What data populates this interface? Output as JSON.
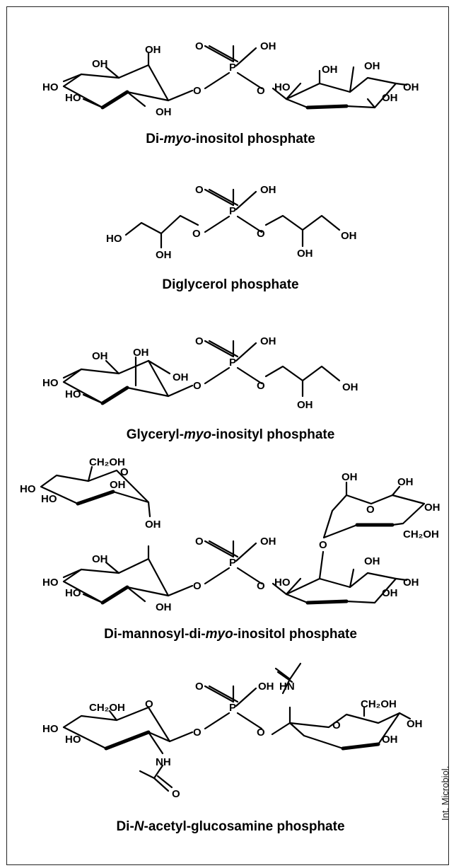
{
  "figure": {
    "credit": "Int. Microbiol.",
    "atoms": {
      "OH": "OH",
      "HO": "HO",
      "O": "O",
      "P": "P",
      "HN": "HN",
      "NH": "NH",
      "CH2OH": "CH₂OH",
      "CH2OH_right": "CH₂OH"
    },
    "structures": [
      {
        "name": "Di-myo-inositol phosphate",
        "caption_prefix": "Di-",
        "caption_italic": "myo",
        "caption_suffix": "-inositol phosphate"
      },
      {
        "name": "Diglycerol phosphate",
        "caption_prefix": "Diglycerol phosphate",
        "caption_italic": "",
        "caption_suffix": ""
      },
      {
        "name": "Glyceryl-myo-inosityl phosphate",
        "caption_prefix": "Glyceryl-",
        "caption_italic": "myo",
        "caption_suffix": "-inosityl phosphate"
      },
      {
        "name": "Di-mannosyl-di-myo-inositol phosphate",
        "caption_prefix": "Di-mannosyl-di-",
        "caption_italic": "myo",
        "caption_suffix": "-inositol phosphate"
      },
      {
        "name": "Di-N-acetyl-glucosamine phosphate",
        "caption_prefix": "Di-",
        "caption_italic": "N",
        "caption_suffix": "-acetyl-glucosamine phosphate"
      }
    ]
  }
}
